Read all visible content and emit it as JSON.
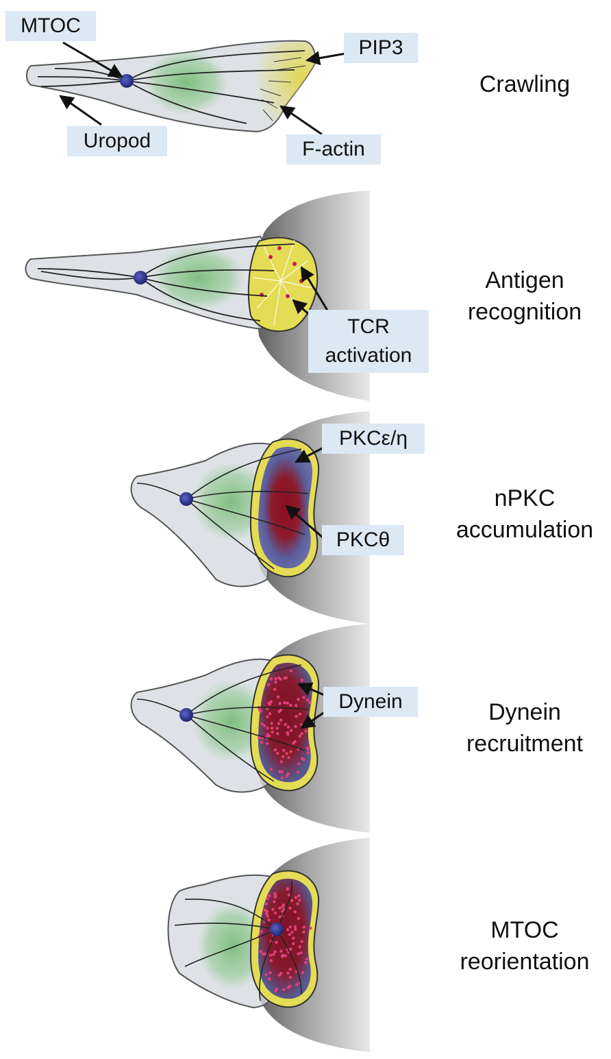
{
  "figure": {
    "callouts": {
      "mtoc": "MTOC",
      "pip3": "PIP3",
      "uropod": "Uropod",
      "factin": "F-actin",
      "tcr": "TCR\nactivation",
      "pkc_eh": "PKCε/η",
      "pkc_theta": "PKCθ",
      "dynein": "Dynein"
    },
    "stages": [
      {
        "label": "Crawling"
      },
      {
        "label": "Antigen\nrecognition"
      },
      {
        "label": "nPKC\naccumulation"
      },
      {
        "label": "Dynein\nrecruitment"
      },
      {
        "label": "MTOC\nreorientation"
      }
    ]
  },
  "colors": {
    "cell_body": "#d6dbe0",
    "cell_outline": "#555555",
    "nucleus": "#8cc78c",
    "mtoc": "#2a2f8a",
    "factin": "#e4dc55",
    "pkc_theta": "#8a1424",
    "pkc_eps_eta": "#5a5f98",
    "apc": "#9a9a9a"
  }
}
